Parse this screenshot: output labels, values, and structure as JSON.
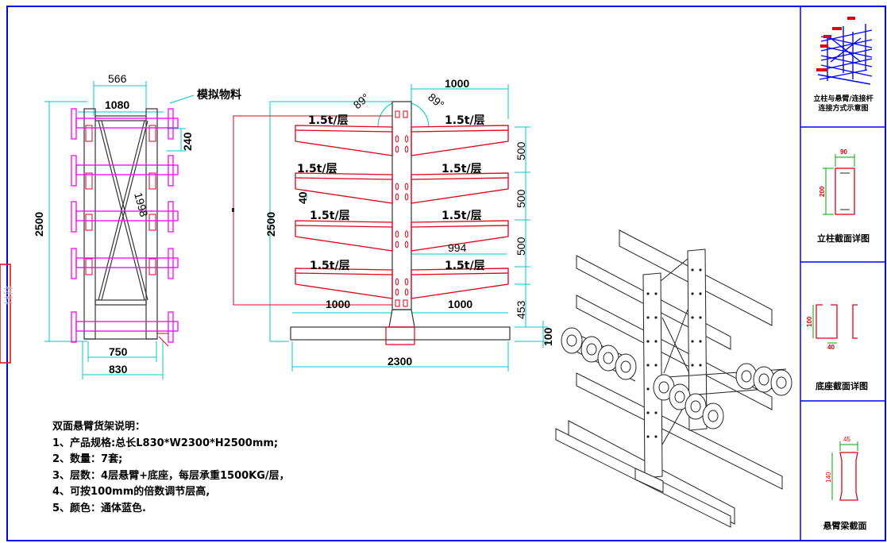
{
  "colors": {
    "frame": "#0000ff",
    "dimension": "#00c8c8",
    "rack_red": "#e0001a",
    "material_magenta": "#ff00ff",
    "structure": "#000000"
  },
  "side_view": {
    "top_width": "566",
    "base_width_top": "1080",
    "height": "2500",
    "arm_spacing": "240",
    "brace_length": "1998",
    "inner_width": "750",
    "outer_width": "830",
    "material_label": "模拟物料"
  },
  "front_view": {
    "arm_length_top": "1000",
    "angle_left": "89°",
    "angle_right": "89°",
    "height": "2500",
    "level_spacing": [
      "500",
      "500",
      "500"
    ],
    "bottom_height": "453",
    "base_height": "100",
    "arm_pitch": "40",
    "arm_length_inner": "994",
    "left_arm_length": "1000",
    "right_arm_length": "1000",
    "total_length": "2300",
    "loads": [
      "1.5t/层",
      "1.5t/层",
      "1.5t/层",
      "1.5t/层",
      "1.5t/层",
      "1.5t/层",
      "1.5t/层",
      "1.5t/层"
    ]
  },
  "notes": {
    "title": "双面悬臂货架说明：",
    "items": [
      "1、产品规格:总长L830*W2300*H2500mm;",
      "2、数量：7套;",
      "3、层数：4层悬臂+底座，每层承重1500KG/层，",
      "4、可按100mm的倍数调节层高,",
      "5、颜色：通体蓝色."
    ]
  },
  "panels": {
    "connection": {
      "title_line1": "立柱与悬臂/连接杆",
      "title_line2": "连接方式示意图"
    },
    "column": {
      "title": "立柱截面详图",
      "width": "90",
      "height": "200"
    },
    "base": {
      "title": "底座截面详图",
      "height": "100",
      "width": "40"
    },
    "arm": {
      "title": "悬臂梁截面",
      "width": "45",
      "height": "140"
    }
  },
  "side_tab_text": "材料"
}
